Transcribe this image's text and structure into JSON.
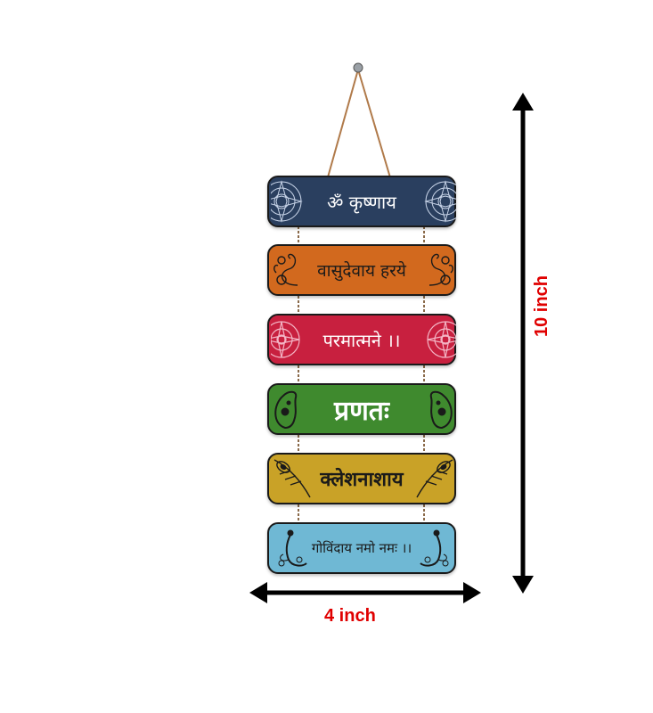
{
  "planks": [
    {
      "text": "ॐ कृष्णाय",
      "color": "#2a3f5f",
      "text_color": "#ffffff",
      "motif": "mandala-icon"
    },
    {
      "text": "वासुदेवाय हरये",
      "color": "#d2691e",
      "text_color": "#1a1a1a",
      "motif": "swan-icon"
    },
    {
      "text": "परमात्मने ।।",
      "color": "#c8203f",
      "text_color": "#ffffff",
      "motif": "mandala-icon"
    },
    {
      "text": "प्रणतः",
      "color": "#3f8a2e",
      "text_color": "#ffffff",
      "motif": "paisley-icon"
    },
    {
      "text": "क्लेशनाशाय",
      "color": "#c9a227",
      "text_color": "#1a1a1a",
      "motif": "peacock-feather-icon"
    },
    {
      "text": "गोविंदाय नमो नमः ।।",
      "color": "#6fb8d4",
      "text_color": "#1a1a1a",
      "motif": "peacock-icon"
    }
  ],
  "dimensions": {
    "height_label": "10 inch",
    "width_label": "4 inch",
    "arrow_color": "#000000",
    "label_color": "#e00000"
  }
}
